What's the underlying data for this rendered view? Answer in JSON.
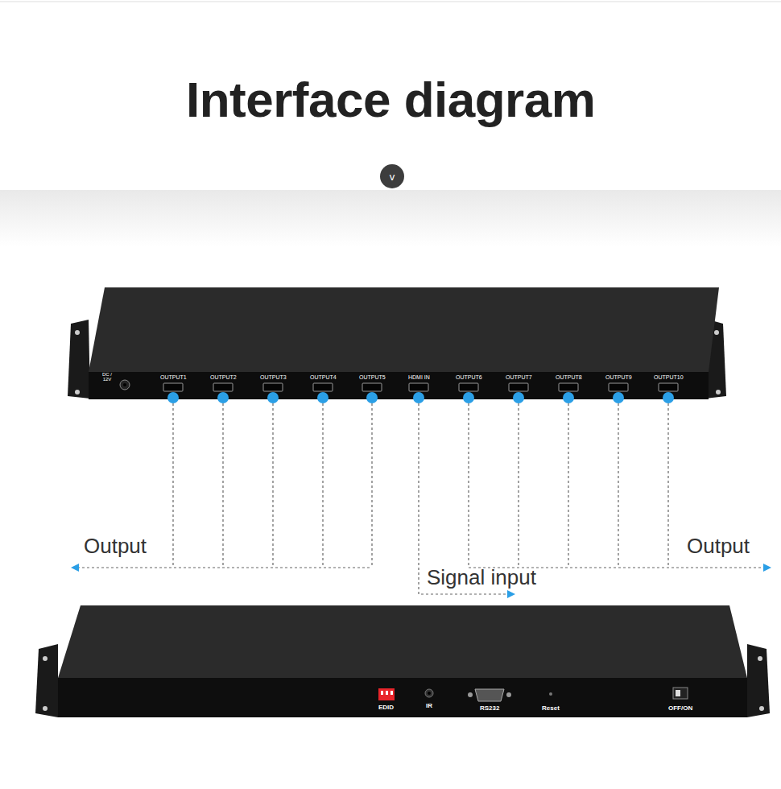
{
  "diagram": {
    "title": "Interface diagram",
    "nodes": [
      {
        "text": [
          "v"
        ]
      }
    ],
    "labels": [
      "DC / 12V",
      "OUTPUT1",
      "OUTPUT2",
      "OUTPUT3",
      "OUTPUT4",
      "OUTPUT5",
      "HDMI IN",
      "OUTPUT6",
      "OUTPUT7",
      "OUTPUT8",
      "OUTPUT9",
      "OUTPUT10",
      "Output",
      "Output",
      "Signal input",
      "EDID",
      "IR",
      "RS232",
      "Reset",
      "OFF/ON"
    ]
  }
}
